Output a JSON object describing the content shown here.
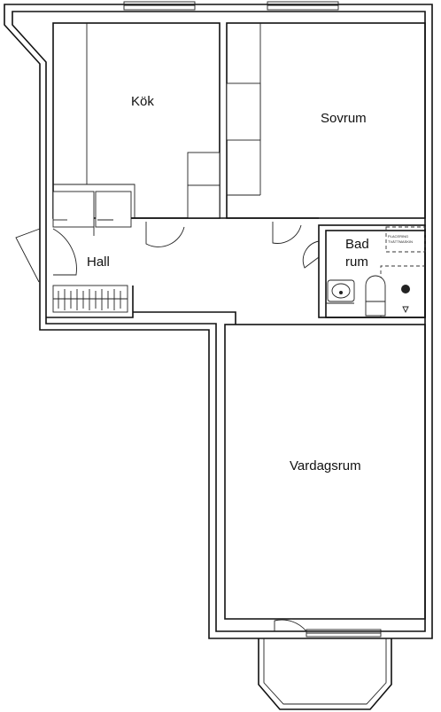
{
  "rooms": {
    "kok": "Kök",
    "sovrum": "Sovrum",
    "hall": "Hall",
    "bad_line1": "Bad",
    "bad_line2": "rum",
    "vardagsrum": "Vardagsrum"
  },
  "fixtures": {
    "washer_line1": "PLACERING",
    "washer_line2": "TVÄTTMASKIN"
  }
}
